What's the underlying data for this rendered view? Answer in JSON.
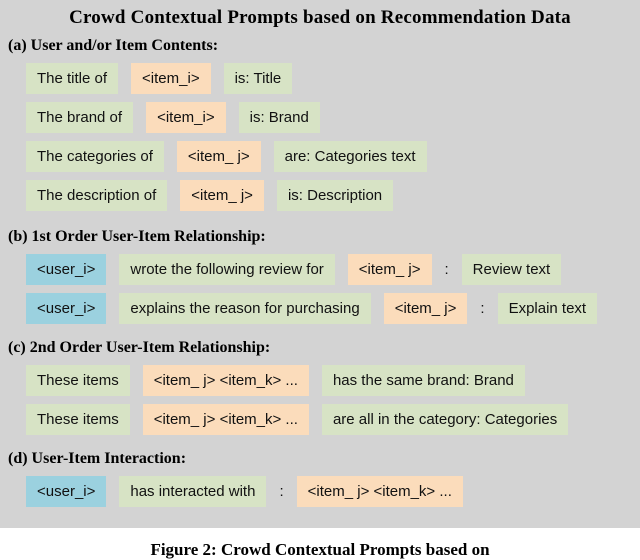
{
  "figure": {
    "title": "Crowd Contextual Prompts based on Recommendation Data",
    "colors": {
      "text": "#d7e3c5",
      "item": "#fbdcbb",
      "user": "#9bd1df",
      "panel_background": "#d3d3d3"
    },
    "sections": [
      {
        "label": "(a) User and/or Item Contents:",
        "rows": [
          [
            {
              "type": "text",
              "text": "The title of"
            },
            {
              "type": "item",
              "text": "<item_i>"
            },
            {
              "type": "text",
              "text": "is: Title"
            }
          ],
          [
            {
              "type": "text",
              "text": "The brand of"
            },
            {
              "type": "item",
              "text": "<item_i>"
            },
            {
              "type": "text",
              "text": "is: Brand"
            }
          ],
          [
            {
              "type": "text",
              "text": "The categories of"
            },
            {
              "type": "item",
              "text": "<item_ j>"
            },
            {
              "type": "text",
              "text": "are: Categories text"
            }
          ],
          [
            {
              "type": "text",
              "text": "The description of"
            },
            {
              "type": "item",
              "text": "<item_ j>"
            },
            {
              "type": "text",
              "text": "is: Description"
            }
          ]
        ]
      },
      {
        "label": "(b) 1st Order User-Item Relationship:",
        "rows": [
          [
            {
              "type": "user",
              "text": "<user_i>"
            },
            {
              "type": "text",
              "text": "wrote the following review for"
            },
            {
              "type": "item",
              "text": "<item_ j>"
            },
            {
              "type": "plain",
              "text": ":"
            },
            {
              "type": "text",
              "text": "Review text"
            }
          ],
          [
            {
              "type": "user",
              "text": "<user_i>"
            },
            {
              "type": "text",
              "text": "explains the reason for purchasing"
            },
            {
              "type": "item",
              "text": "<item_ j>"
            },
            {
              "type": "plain",
              "text": ":"
            },
            {
              "type": "text",
              "text": "Explain text"
            }
          ]
        ]
      },
      {
        "label": "(c) 2nd Order User-Item Relationship:",
        "rows": [
          [
            {
              "type": "text",
              "text": "These items"
            },
            {
              "type": "item",
              "text": "<item_ j> <item_k> ..."
            },
            {
              "type": "text",
              "text": "has the same brand: Brand"
            }
          ],
          [
            {
              "type": "text",
              "text": "These items"
            },
            {
              "type": "item",
              "text": "<item_ j> <item_k> ..."
            },
            {
              "type": "text",
              "text": "are all in the category: Categories"
            }
          ]
        ]
      },
      {
        "label": "(d) User-Item Interaction:",
        "rows": [
          [
            {
              "type": "user",
              "text": "<user_i>"
            },
            {
              "type": "text",
              "text": "has interacted with"
            },
            {
              "type": "plain",
              "text": ":"
            },
            {
              "type": "item",
              "text": "<item_ j> <item_k> ..."
            }
          ]
        ]
      }
    ]
  },
  "caption": "Figure 2: Crowd Contextual Prompts based on"
}
